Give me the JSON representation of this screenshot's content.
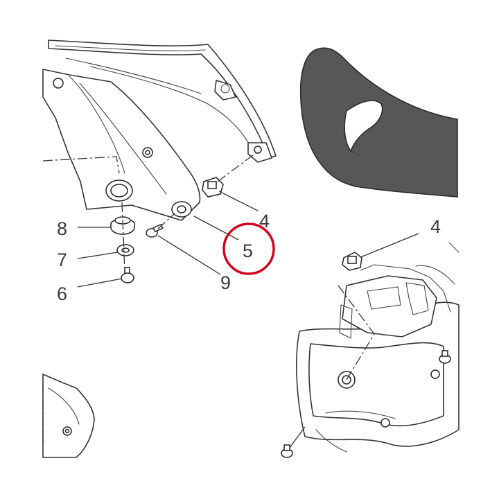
{
  "callouts": [
    {
      "id": "8",
      "text": "8"
    },
    {
      "id": "7",
      "text": "7"
    },
    {
      "id": "6",
      "text": "6"
    },
    {
      "id": "5",
      "text": "5"
    },
    {
      "id": "9",
      "text": "9"
    },
    {
      "id": "4a",
      "text": "4"
    },
    {
      "id": "4b",
      "text": "4"
    }
  ],
  "highlight": {
    "target": "5",
    "color": "#d0021b"
  }
}
